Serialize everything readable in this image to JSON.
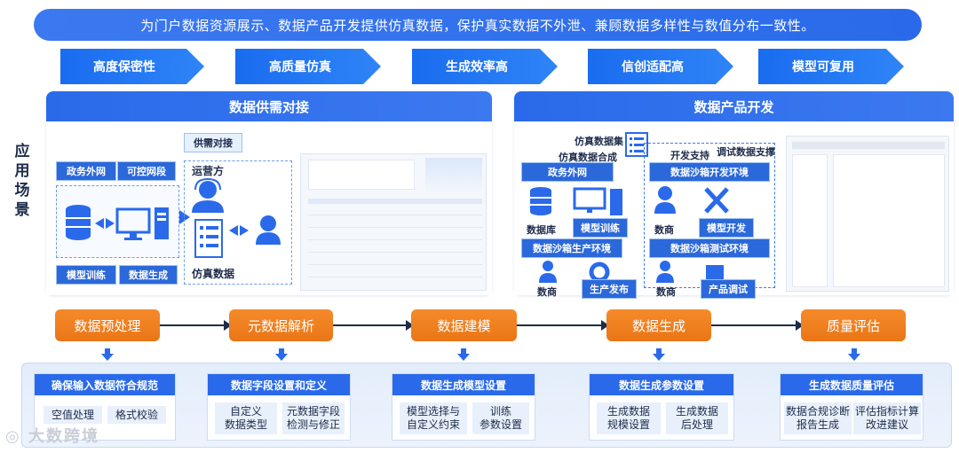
{
  "banner": "为门户数据资源展示、数据产品开发提供仿真数据，保护真实数据不外泄、兼顾数据多样性与数值分布一致性。",
  "features": [
    "高度保密性",
    "高质量仿真",
    "生成效率高",
    "信创适配高",
    "模型可复用"
  ],
  "side_label": [
    "应",
    "用",
    "场",
    "景"
  ],
  "left_panel": {
    "title": "数据供需对接",
    "supply_tag": "供需对接",
    "gov_net": "政务外网",
    "ctrl_net": "可控网段",
    "model_train": "模型训练",
    "data_gen": "数据生成",
    "operator": "运营方",
    "sim_data": "仿真数据"
  },
  "right_panel": {
    "title": "数据产品开发",
    "sim_dataset": "仿真数据集",
    "sim_synthesis": "仿真数据合成",
    "dev_support": "开发支持",
    "debug_support": "调试数据支撑",
    "gov_net": "政务外网",
    "sandbox_dev": "数据沙箱开发环境",
    "database": "数据库",
    "model_train": "模型训练",
    "data_merchant": "数商",
    "model_dev": "模型开发",
    "sandbox_prod": "数据沙箱生产环境",
    "sandbox_test": "数据沙箱测试环境",
    "prod_release": "生产发布",
    "product_debug": "产品调试"
  },
  "steps": [
    "数据预处理",
    "元数据解析",
    "数据建模",
    "数据生成",
    "质量评估"
  ],
  "cards": [
    {
      "title": "确保输入数据符合规范",
      "items": [
        "空值处理",
        "格式校验"
      ]
    },
    {
      "title": "数据字段设置和定义",
      "items": [
        "自定义\n数据类型",
        "元数据字段\n检测与修正"
      ]
    },
    {
      "title": "数据生成模型设置",
      "items": [
        "模型选择与\n自定义约束",
        "训练\n参数设置"
      ]
    },
    {
      "title": "数据生成参数设置",
      "items": [
        "生成数据\n规模设置",
        "生成数据\n后处理"
      ]
    },
    {
      "title": "生成数据质量评估",
      "items": [
        "数据合规诊断\n报告生成",
        "评估指标计算\n改进建议"
      ]
    }
  ],
  "watermark": "大数跨境",
  "colors": {
    "blue": "#2a6aea",
    "orange": "#ef7d1d",
    "dark": "#1e2b4a"
  }
}
